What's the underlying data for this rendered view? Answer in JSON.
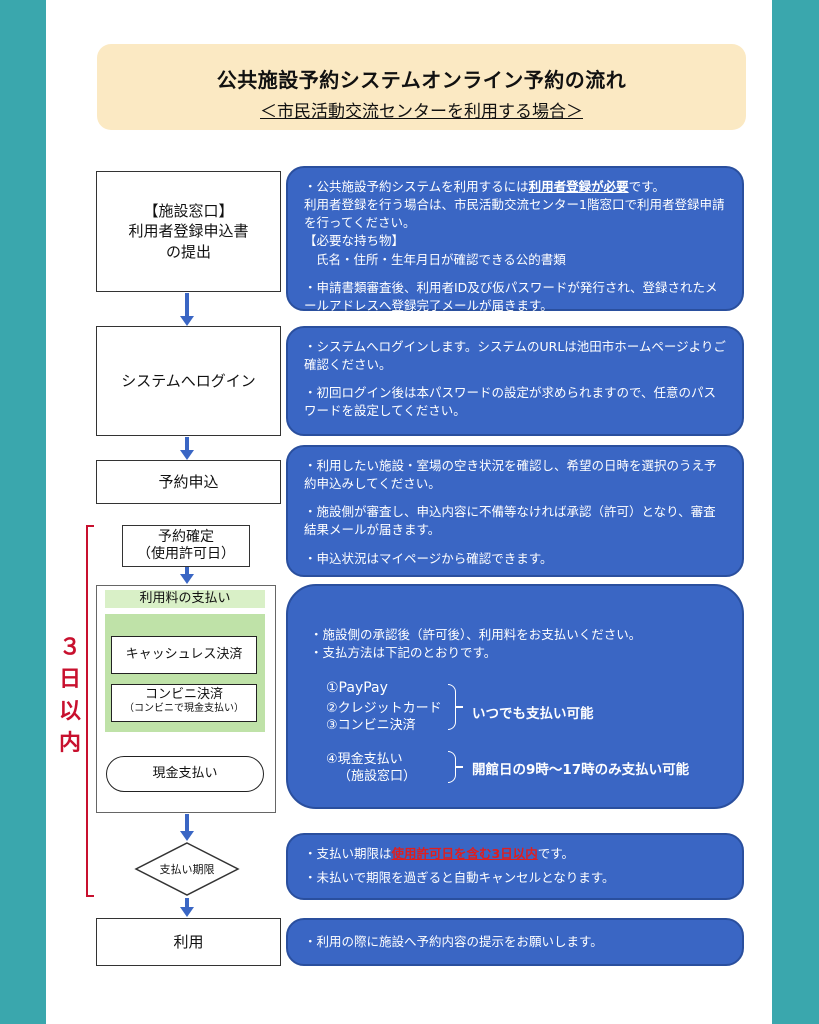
{
  "title": "公共施設予約システムオンライン予約の流れ",
  "subtitle": "＜市民活動交流センターを利用する場合＞",
  "steps": {
    "register": [
      "【施設窓口】",
      "利用者登録申込書",
      "の提出"
    ],
    "login": "システムへログイン",
    "apply": "予約申込",
    "confirm": [
      "予約確定",
      "（使用許可日）"
    ],
    "payment_header": "利用料の支払い",
    "cashless": "キャッシュレス決済",
    "convenience": "コンビニ決済",
    "convenience_note": "（コンビニで現金支払い）",
    "cash": "現金支払い",
    "deadline": "支払い期限",
    "use": "利用"
  },
  "days_label": [
    "３",
    "日",
    "以",
    "内"
  ],
  "desc": {
    "register": {
      "l1_pre": "・公共施設予約システムを利用するには",
      "l1_u": "利用者登録が必要",
      "l1_post": "です。",
      "l2": "利用者登録を行う場合は、市民活動交流センター1階窓口で利用者登録申請を行ってください。",
      "l3": "【必要な持ち物】",
      "l4": "氏名・住所・生年月日が確認できる公的書類",
      "l5": "・申請書類審査後、利用者ID及び仮パスワードが発行され、登録されたメールアドレスへ登録完了メールが届きます。"
    },
    "login": {
      "l1": "・システムへログインします。システムのURLは池田市ホームページよりご確認ください。",
      "l2": "・初回ログイン後は本パスワードの設定が求められますので、任意のパスワードを設定してください。"
    },
    "apply": {
      "l1": "・利用したい施設・室場の空き状況を確認し、希望の日時を選択のうえ予約申込みしてください。",
      "l2": "・施設側が審査し、申込内容に不備等なければ承認（許可）となり、審査結果メールが届きます。",
      "l3": "・申込状況はマイページから確認できます。"
    },
    "payment": {
      "l1": "・施設側の承認後（許可後）、利用料をお支払いください。",
      "l2": "・支払方法は下記のとおりです。",
      "m1": "①PayPay",
      "m2": "②クレジットカード",
      "m3": "③コンビニ決済",
      "anytime": "いつでも支払い可能",
      "m4a": "④現金支払い",
      "m4b": "（施設窓口）",
      "hours": "開館日の9時～17時のみ支払い可能"
    },
    "deadline": {
      "l1_pre": "・支払い期限は",
      "l1_red": "使用許可日を含む3日以内",
      "l1_post": "です。",
      "l2": "・未払いで期限を過ぎると自動キャンセルとなります。"
    },
    "use": {
      "l1": "・利用の際に施設へ予約内容の提示をお願いします。"
    }
  },
  "colors": {
    "background": "#3aa7ad",
    "title_box": "#fbe9c3",
    "desc_box": "#3a66c4",
    "arrow": "#3a66c4",
    "deadline_red": "#c8102e",
    "payment_green": "#bfe2a8"
  }
}
